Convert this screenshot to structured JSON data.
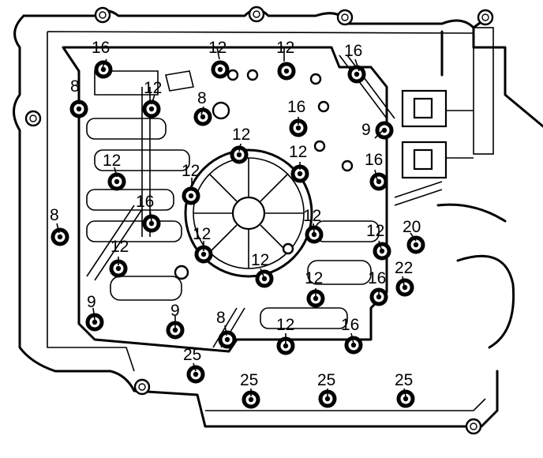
{
  "torque_labels": [
    "16",
    "12",
    "12",
    "16",
    "8",
    "12",
    "8",
    "16",
    "9",
    "12",
    "12",
    "12",
    "16",
    "12",
    "8",
    "16",
    "12",
    "12",
    "12",
    "12",
    "20",
    "12",
    "22",
    "16",
    "12",
    "9",
    "9",
    "8",
    "12",
    "16",
    "25",
    "25",
    "25",
    "25"
  ],
  "colors": {
    "ink": "#000000",
    "paper": "#ffffff"
  }
}
